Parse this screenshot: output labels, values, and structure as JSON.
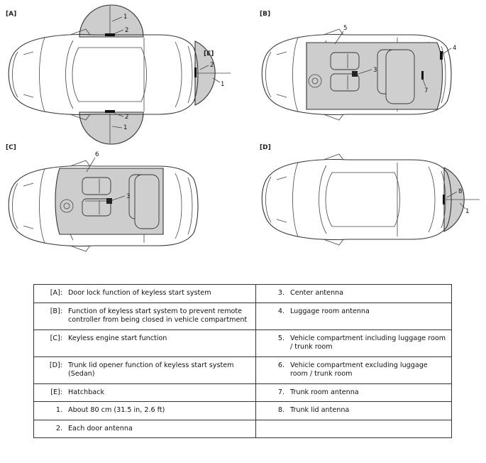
{
  "panels": {
    "a": "[A]",
    "b": "[B]",
    "c": "[C]",
    "d": "[D]",
    "e": "[E]"
  },
  "callouts": [
    "1",
    "2",
    "3",
    "4",
    "5",
    "6",
    "7",
    "8"
  ],
  "legend": {
    "rows": [
      {
        "lk": "[A]:",
        "lv": "Door lock function of keyless start system",
        "rk": "3.",
        "rv": "Center antenna"
      },
      {
        "lk": "[B]:",
        "lv": "Function of keyless start system to prevent remote controller from being closed in vehicle compartment",
        "rk": "4.",
        "rv": "Luggage room antenna"
      },
      {
        "lk": "[C]:",
        "lv": "Keyless engine start function",
        "rk": "5.",
        "rv": "Vehicle compartment including luggage room / trunk room"
      },
      {
        "lk": "[D]:",
        "lv": "Trunk lid opener function of keyless start system (Sedan)",
        "rk": "6.",
        "rv": "Vehicle compartment excluding luggage room / trunk room"
      },
      {
        "lk": "[E]:",
        "lv": "Hatchback",
        "rk": "7.",
        "rv": "Trunk room antenna"
      },
      {
        "lk": "1.",
        "lv": "About 80 cm (31.5 in, 2.6 ft)",
        "rk": "8.",
        "rv": "Trunk lid antenna"
      },
      {
        "lk": "2.",
        "lv": "Each door antenna",
        "rk": "",
        "rv": ""
      }
    ]
  }
}
